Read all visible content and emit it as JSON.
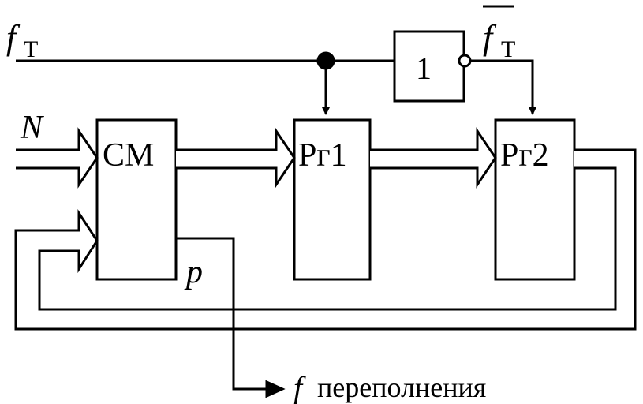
{
  "signals": {
    "clock_label": "f",
    "clock_sub": "Т",
    "clock_inv_label": "f",
    "clock_inv_sub": "Т",
    "input_label": "N",
    "carry_label": "p",
    "overflow_f": "f",
    "overflow_text": "переполнения"
  },
  "blocks": {
    "adder_label": "СМ",
    "reg1_label": "Рг1",
    "reg2_label": "Рг2",
    "inverter_label": "1"
  },
  "colors": {
    "line": "#000000",
    "background": "#ffffff"
  }
}
